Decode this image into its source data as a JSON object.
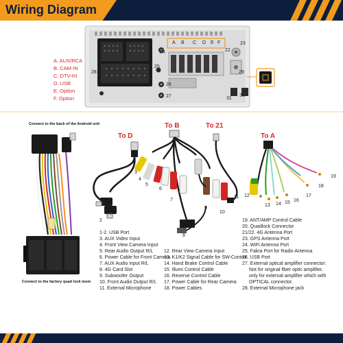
{
  "title": "Wiring Diagram",
  "colors": {
    "accent": "#f29b1e",
    "navy": "#0e1f3d",
    "label_red": "#d7262b"
  },
  "panel_letters": [
    "A",
    "B",
    "C",
    "D",
    "E",
    "F"
  ],
  "panel_numbers": [
    "24",
    "25",
    "26",
    "27",
    "28",
    "29",
    "30",
    "31",
    "22",
    "23"
  ],
  "legend": [
    "A. AUX/RCA",
    "B. CAM-IN",
    "C. DTV-IN",
    "D. USB",
    "E. Option",
    "F. Option"
  ],
  "captions": {
    "top": "Connect to the back of the Android unit",
    "bottom": "Connect to the factory quad lock loom"
  },
  "tags": [
    "To D",
    "To B",
    "To 21",
    "To A"
  ],
  "harness_numbers": [
    "1",
    "2",
    "3",
    "4",
    "5",
    "6",
    "7",
    "8",
    "9",
    "10",
    "11",
    "12",
    "13",
    "14",
    "15",
    "16",
    "17",
    "18",
    "19"
  ],
  "port_list_1": [
    "1-2. USB Port",
    "3. AUX Video Input",
    "4. Front View Camera Input",
    "5. Rear Audio Output R/L",
    "6. Power Cable for Front Camera",
    "7. AUX Audio Input R/L",
    "8. 4G Card Slot",
    "9. Subwoofer Output",
    "10. Front Audio Output R/L",
    "11. External Microphone"
  ],
  "port_list_2": [
    "12. Rear View Camera Input",
    "13. K1/K2 Signal Cable for SW-Control",
    "14. Hand Brake Control Cable",
    "15. Illumi Control Cable",
    "16. Reverse Control Cable",
    "17. Power Cable for Rear Camera",
    "18. Power Cables"
  ],
  "port_list_3": [
    "19. ANT/AMP Control Cable",
    "20. Quadlock Connector",
    "21/22. 4G Antenna Port",
    "23. GPS Antenna Port",
    "24. WiFi Antenna Port",
    "25. Fakra Port for Radio Antenna",
    "26. USB Port",
    "27. External optical amplifier connector:",
    "Not for original fiber optic amplifier,",
    "only for external amplifier which with",
    "OPTICAL connector.",
    "28. External Microphone jack"
  ]
}
